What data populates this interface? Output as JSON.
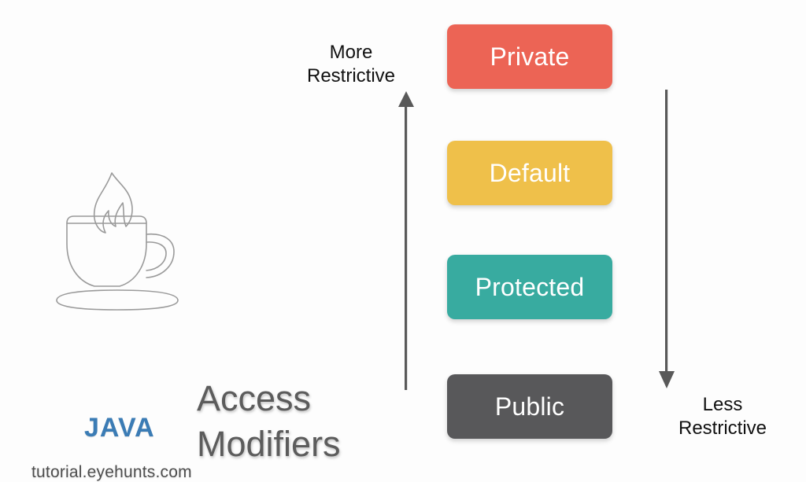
{
  "background_color": "#fdfdfd",
  "brand": {
    "logo_icon": "java-coffee-cup-icon",
    "logo_word": "JAVA",
    "logo_word_color": "#3b7cb5",
    "site_url": "tutorial.eyehunts.com",
    "title_line1": "Access",
    "title_line2": "Modifiers",
    "title_color": "#5c5c5c"
  },
  "axis": {
    "up_arrow_icon": "arrow-up-icon",
    "down_arrow_icon": "arrow-down-icon",
    "arrow_color": "#595959",
    "more_restrictive_line1": "More",
    "more_restrictive_line2": "Restrictive",
    "less_restrictive_line1": "Less",
    "less_restrictive_line2": "Restrictive"
  },
  "modifiers": [
    {
      "label": "Private",
      "color": "#ec6455",
      "order": 1
    },
    {
      "label": "Default",
      "color": "#efc04a",
      "order": 2
    },
    {
      "label": "Protected",
      "color": "#38aba0",
      "order": 3
    },
    {
      "label": "Public",
      "color": "#58585a",
      "order": 4
    }
  ]
}
